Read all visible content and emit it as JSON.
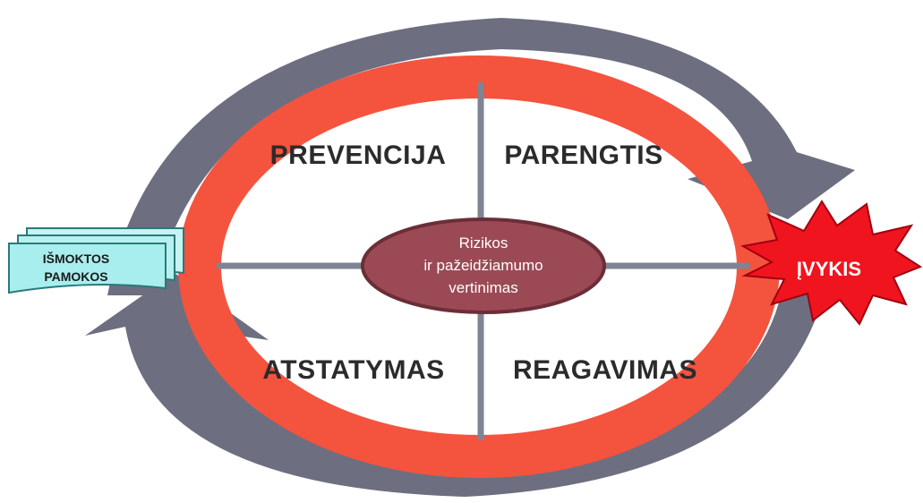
{
  "quadrants": {
    "top_left": "PREVENCIJA",
    "top_right": "PARENGTIS",
    "bottom_left": "ATSTATYMAS",
    "bottom_right": "REAGAVIMAS"
  },
  "center": {
    "line1": "Rizikos",
    "line2": "ir pažeidžiamumo",
    "line3": "vertinimas"
  },
  "lessons_note": {
    "line1": "IŠMOKTOS",
    "line2": "PAMOKOS"
  },
  "event_burst": {
    "label": "ĮVYKIS"
  },
  "colors": {
    "red_ring": "#f4533e",
    "grey_arrow": "#6d6e80",
    "center_ellipse": "#9b4a55",
    "note_fill": "#a9eeee",
    "burst": "#f0141e"
  }
}
